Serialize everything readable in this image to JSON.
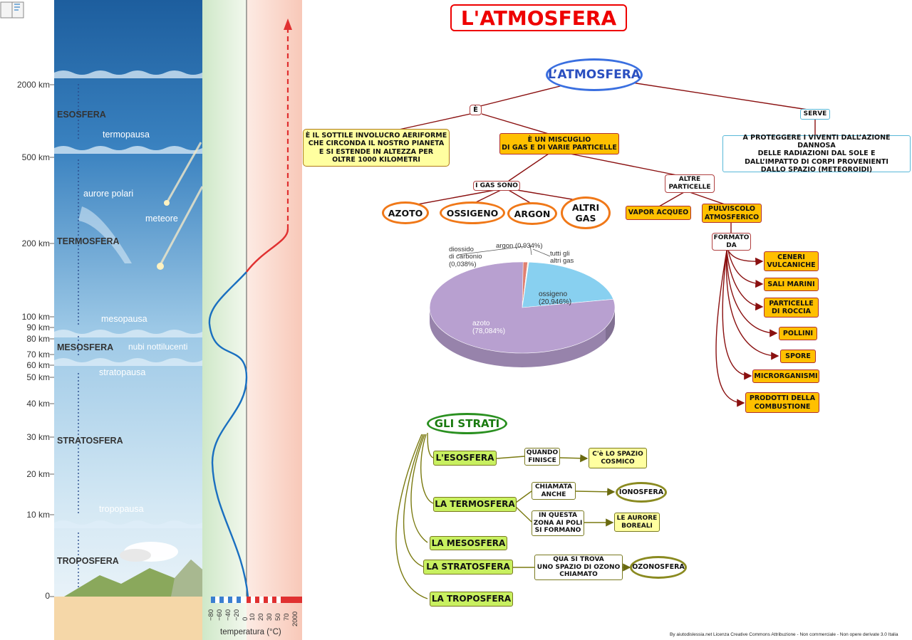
{
  "title": "L'ATMOSFERA",
  "atmosphere_figure": {
    "km_labels": [
      "2000 km",
      "500 km",
      "200 km",
      "100 km",
      "90 km",
      "80 km",
      "70 km",
      "60 km",
      "50 km",
      "40 km",
      "30 km",
      "20 km",
      "10 km",
      "0"
    ],
    "layers": [
      "ESOSFERA",
      "TERMOSFERA",
      "MESOSFERA",
      "STRATOSFERA",
      "TROPOSFERA"
    ],
    "pauses": [
      "termopausa",
      "mesopausa",
      "stratopausa",
      "tropopausa"
    ],
    "features": [
      "aurore polari",
      "meteore",
      "nubi nottilucenti"
    ],
    "temp_ticks": [
      "−80",
      "−60",
      "−40",
      "−20",
      "0",
      "10",
      "20",
      "30",
      "50",
      "70",
      "2000"
    ],
    "temp_axis_label": "temperatura (°C)"
  },
  "map": {
    "root": "L’ATMOSFERA",
    "e_label": "È",
    "serve_label": "SERVE",
    "definition": "È IL SOTTILE INVOLUCRO AERIFORME\nCHE CIRCONDA IL NOSTRO PIANETA\nE SI ESTENDE IN ALTEZZA PER\nOLTRE 1000 KILOMETRI",
    "mixture": "È UN MISCUGLIO\nDI GAS E DI VARIE PARTICELLE",
    "purpose": "A PROTEGGERE I VIVENTI DALL’AZIONE DANNOSA\nDELLE RADIAZIONI DAL SOLE E\nDALL’IMPATTO DI CORPI PROVENIENTI\nDALLO SPAZIO (METEOROIDI)",
    "gas_label": "I GAS SONO",
    "gases": [
      "AZOTO",
      "OSSIGENO",
      "ARGON",
      "ALTRI\nGAS"
    ],
    "particles_label": "ALTRE\nPARTICELLE",
    "particles": [
      "VAPOR ACQUEO",
      "PULVISCOLO\nATMOSFERICO"
    ],
    "formed_label": "FORMATO\nDA",
    "components": [
      "CENERI\nVULCANICHE",
      "SALI MARINI",
      "PARTICELLE\nDI ROCCIA",
      "POLLINI",
      "SPORE",
      "MICRORGANISMI",
      "PRODOTTI DELLA\nCOMBUSTIONE"
    ]
  },
  "chart_data": {
    "type": "pie",
    "slices": [
      {
        "name": "azoto",
        "label": "azoto\n(78,084%)",
        "value": 78.084,
        "color": "#b8a0d0"
      },
      {
        "name": "ossigeno",
        "label": "ossigeno\n(20,946%)",
        "value": 20.946,
        "color": "#88d0f0"
      },
      {
        "name": "argon",
        "label": "argon (0,934%)",
        "value": 0.934,
        "color": "#e08070"
      },
      {
        "name": "diossido di carbonio",
        "label": "diossido\ndi carbonio\n(0,038%)",
        "value": 0.038,
        "color": "#f0c060"
      },
      {
        "name": "tutti gli altri gas",
        "label": "tutti gli\naltri gas",
        "value": 0.0,
        "color": "#e0e060"
      }
    ]
  },
  "strati": {
    "root": "GLI STRATI",
    "layers": [
      "L'ESOSFERA",
      "LA TERMOSFERA",
      "LA MESOSFERA",
      "LA STRATOSFERA",
      "LA TROPOSFERA"
    ],
    "eso_link": "QUANDO\nFINISCE",
    "eso_result": "C'è LO SPAZIO\nCOSMICO",
    "termo_link1": "CHIAMATA\nANCHE",
    "termo_result1": "IONOSFERA",
    "termo_link2": "IN QUESTA\nZONA AI POLI\nSI FORMANO",
    "termo_result2": "LE AURORE\nBOREALI",
    "strato_link": "QUA SI TROVA\nUNO SPAZIO DI OZONO\nCHIAMATO",
    "strato_result": "OZONOSFERA"
  },
  "footer": "By aiutodislessia.net Licenza Creative Commons Attribuzione - Non commerciale - Non opere derivate 3.0 Italia",
  "colors": {
    "title_red": "#ee0000",
    "root_blue": "#3a6fe0",
    "strati_green": "#2a9020",
    "temperature_curve": "#1a6fc0",
    "temperature_hot": "#e03030"
  }
}
